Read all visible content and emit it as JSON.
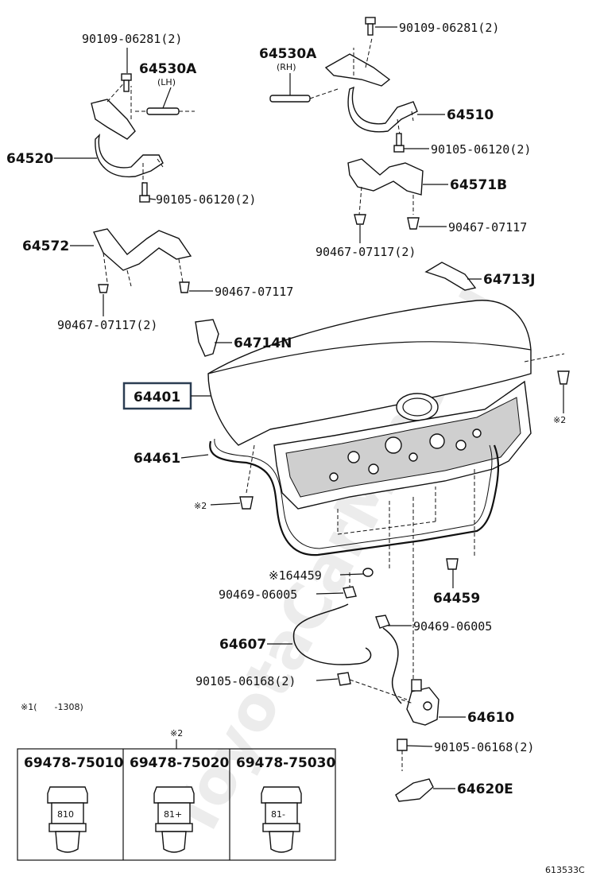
{
  "labels": {
    "p_90109_06281_left": "90109-06281(2)",
    "p_64530A_left": "64530A",
    "p_lh": "(LH)",
    "p_64520": "64520",
    "p_90105_06120_left": "90105-06120(2)",
    "p_64572": "64572",
    "p_90467_07117_right_low": "90467-07117",
    "p_90467_07117_2_left": "90467-07117(2)",
    "p_64714N": "64714N",
    "p_64401": "64401",
    "p_64461": "64461",
    "p_note2_left": "※2",
    "p_90109_06281_right": "90109-06281(2)",
    "p_64530A_right": "64530A",
    "p_rh": "(RH)",
    "p_64510": "64510",
    "p_90105_06120_right": "90105-06120(2)",
    "p_64571B": "64571B",
    "p_90467_07117_right": "90467-07117",
    "p_90467_07117_2_right": "90467-07117(2)",
    "p_64713J": "64713J",
    "p_note2_right": "※2",
    "p_64459_note": "※164459",
    "p_90469_06005_left": "90469-06005",
    "p_64459": "64459",
    "p_90469_06005_right": "90469-06005",
    "p_64607": "64607",
    "p_90105_06168_left": "90105-06168(2)",
    "p_64610": "64610",
    "p_90105_06168_right": "90105-06168(2)",
    "p_64620E": "64620E",
    "footnote_1": "※1(　　-1308)",
    "note2_table": "※2",
    "table_col1": "69478-75010",
    "table_col2": "69478-75020",
    "table_col3": "69478-75030",
    "clip_mark1": "810",
    "clip_mark2": "81+",
    "clip_mark3": "81-",
    "figure_id": "613533C",
    "watermark": "ToyotaCarMine.ru"
  },
  "colors": {
    "ink": "#111111",
    "highlight_box": "#2b3d52",
    "shade": "#cfcfcf"
  }
}
